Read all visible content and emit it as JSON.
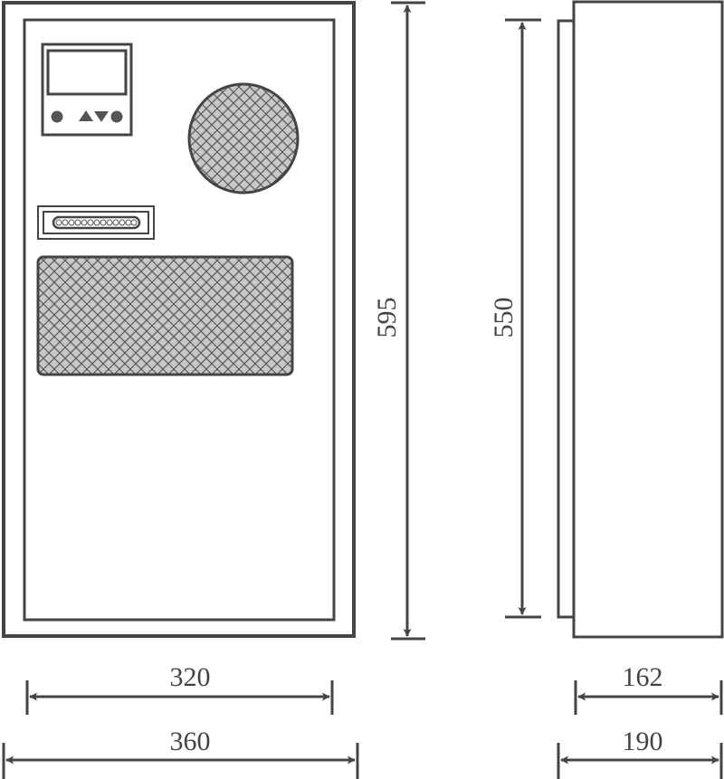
{
  "diagram": {
    "type": "dimension drawing",
    "colors": {
      "line": "#444444",
      "mesh_fill": "#c8c8c8",
      "mesh_line": "#555555",
      "background": "#ffffff"
    },
    "front_view": {
      "components": [
        "controller-display",
        "control-buttons",
        "led-indicator-strip",
        "round-fan-grille",
        "rectangular-vent-grille"
      ],
      "buttons": [
        "circle",
        "up-triangle",
        "down-triangle",
        "circle"
      ]
    },
    "side_view": {}
  },
  "dimensions": {
    "front_height": "595",
    "side_height": "550",
    "front_inner_width": "320",
    "front_outer_width": "360",
    "side_inner_width": "162",
    "side_outer_width": "190"
  }
}
